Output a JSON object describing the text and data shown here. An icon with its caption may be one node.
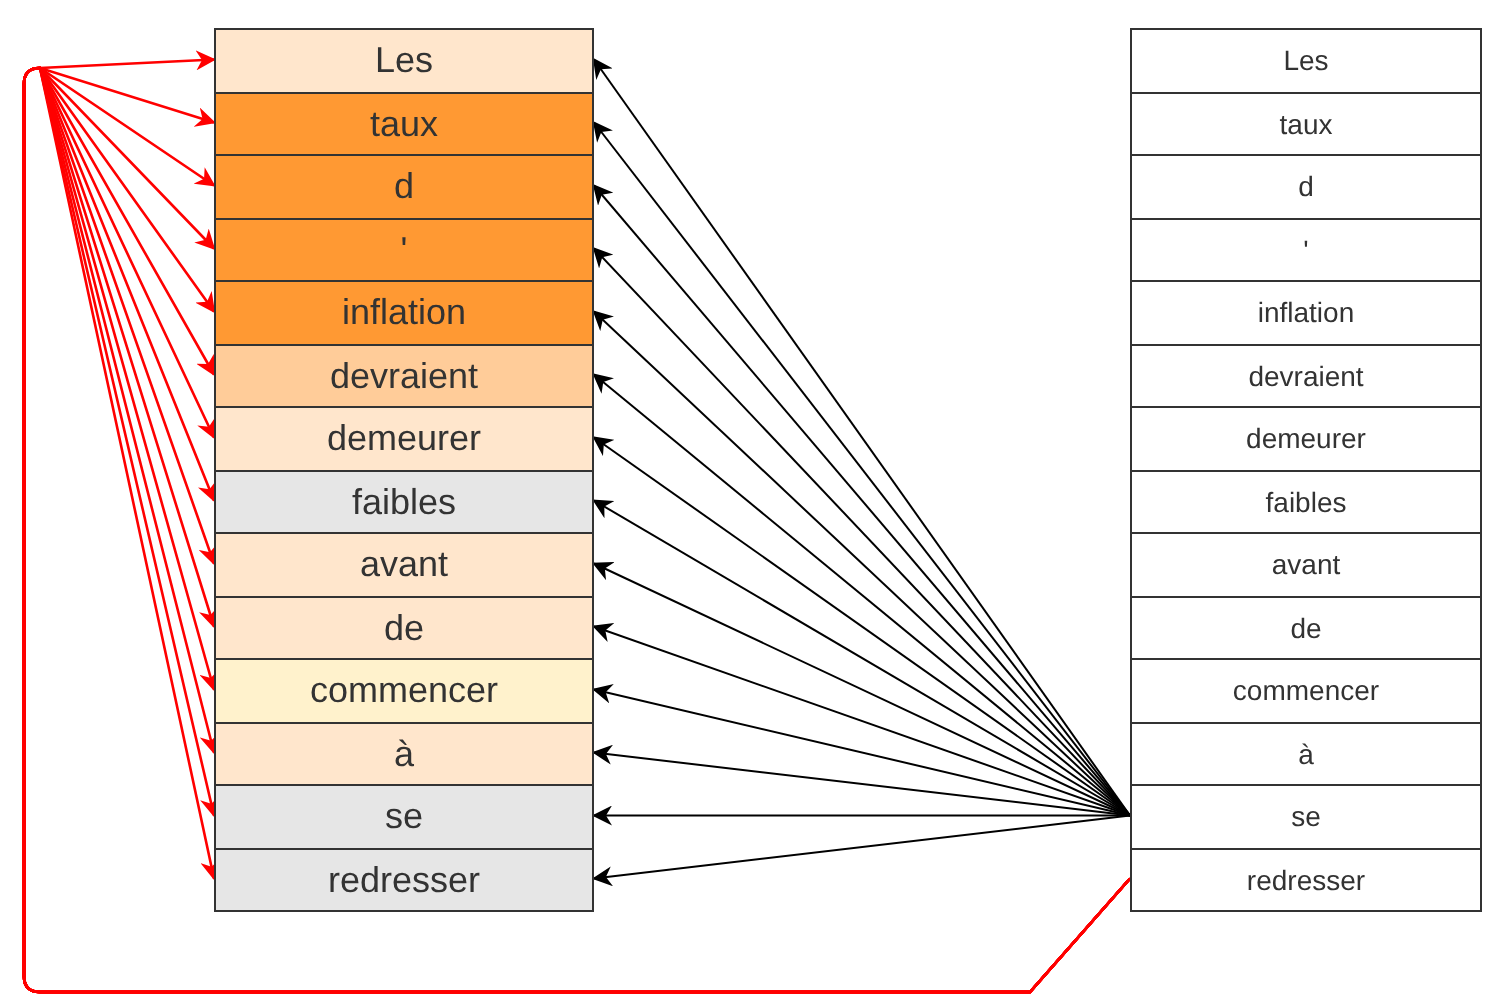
{
  "diagram": {
    "nodes": [
      {
        "text": [
          "Les"
        ]
      },
      {
        "text": [
          "taux"
        ]
      },
      {
        "text": [
          "d"
        ]
      },
      {
        "text": [
          "'"
        ]
      },
      {
        "text": [
          "inflation"
        ]
      },
      {
        "text": [
          "devraient"
        ]
      },
      {
        "text": [
          "demeurer"
        ]
      },
      {
        "text": [
          "faibles"
        ]
      },
      {
        "text": [
          "avant"
        ]
      },
      {
        "text": [
          "de"
        ]
      },
      {
        "text": [
          "commencer"
        ]
      },
      {
        "text": [
          "à"
        ]
      },
      {
        "text": [
          "se"
        ]
      },
      {
        "text": [
          "redresser"
        ]
      },
      {
        "text": [
          "Les"
        ]
      },
      {
        "text": [
          "taux"
        ]
      },
      {
        "text": [
          "d"
        ]
      },
      {
        "text": [
          "'"
        ]
      },
      {
        "text": [
          "inflation"
        ]
      },
      {
        "text": [
          "devraient"
        ]
      },
      {
        "text": [
          "demeurer"
        ]
      },
      {
        "text": [
          "faibles"
        ]
      },
      {
        "text": [
          "avant"
        ]
      },
      {
        "text": [
          "de"
        ]
      },
      {
        "text": [
          "commencer"
        ]
      },
      {
        "text": [
          "à"
        ]
      },
      {
        "text": [
          "se"
        ]
      },
      {
        "text": [
          "redresser"
        ]
      }
    ],
    "edges": [
      {
        "from": 26,
        "to": 0,
        "arrow": "to"
      },
      {
        "from": 26,
        "to": 1,
        "arrow": "to"
      },
      {
        "from": 26,
        "to": 2,
        "arrow": "to"
      },
      {
        "from": 26,
        "to": 3,
        "arrow": "to"
      },
      {
        "from": 26,
        "to": 4,
        "arrow": "to"
      },
      {
        "from": 26,
        "to": 5,
        "arrow": "to"
      },
      {
        "from": 26,
        "to": 6,
        "arrow": "to"
      },
      {
        "from": 26,
        "to": 7,
        "arrow": "to"
      },
      {
        "from": 26,
        "to": 8,
        "arrow": "to"
      },
      {
        "from": 26,
        "to": 9,
        "arrow": "to"
      },
      {
        "from": 26,
        "to": 10,
        "arrow": "to"
      },
      {
        "from": 26,
        "to": 11,
        "arrow": "to"
      },
      {
        "from": 26,
        "to": 12,
        "arrow": "to"
      },
      {
        "from": 26,
        "to": 13,
        "arrow": "to"
      },
      {
        "from": 27,
        "to": 0,
        "arrow": "to",
        "color": "#ff0000"
      },
      {
        "from": 27,
        "to": 1,
        "arrow": "to",
        "color": "#ff0000"
      },
      {
        "from": 27,
        "to": 2,
        "arrow": "to",
        "color": "#ff0000"
      },
      {
        "from": 27,
        "to": 3,
        "arrow": "to",
        "color": "#ff0000"
      },
      {
        "from": 27,
        "to": 4,
        "arrow": "to",
        "color": "#ff0000"
      },
      {
        "from": 27,
        "to": 5,
        "arrow": "to",
        "color": "#ff0000"
      },
      {
        "from": 27,
        "to": 6,
        "arrow": "to",
        "color": "#ff0000"
      },
      {
        "from": 27,
        "to": 7,
        "arrow": "to",
        "color": "#ff0000"
      },
      {
        "from": 27,
        "to": 8,
        "arrow": "to",
        "color": "#ff0000"
      },
      {
        "from": 27,
        "to": 9,
        "arrow": "to",
        "color": "#ff0000"
      },
      {
        "from": 27,
        "to": 10,
        "arrow": "to",
        "color": "#ff0000"
      },
      {
        "from": 27,
        "to": 11,
        "arrow": "to",
        "color": "#ff0000"
      },
      {
        "from": 27,
        "to": 12,
        "arrow": "to",
        "color": "#ff0000"
      },
      {
        "from": 27,
        "to": 13,
        "arrow": "to",
        "color": "#ff0000"
      }
    ]
  }
}
